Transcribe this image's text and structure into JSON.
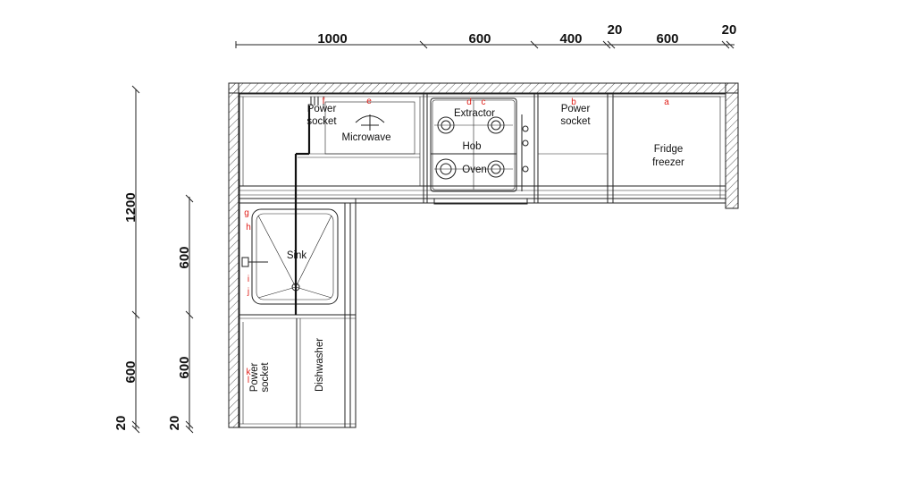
{
  "dimensions": {
    "top": [
      "1000",
      "600",
      "400",
      "20",
      "600",
      "20"
    ],
    "left_outer": [
      "1200",
      "600",
      "20"
    ],
    "left_inner": [
      "600",
      "600",
      "20"
    ]
  },
  "labels": {
    "power_socket_top_left": [
      "Power",
      "socket"
    ],
    "microwave": "Microwave",
    "extractor": "Extractor",
    "hob": "Hob",
    "oven": "Oven",
    "power_socket_top_mid": [
      "Power",
      "socket"
    ],
    "fridge_freezer": [
      "Fridge",
      "freezer"
    ],
    "sink": "Sink",
    "power_socket_bottom": [
      "Power",
      "socket"
    ],
    "dishwasher": "Dishwasher"
  },
  "markers": [
    "a",
    "b",
    "c",
    "d",
    "e",
    "f",
    "g",
    "h",
    "i",
    "j",
    "k",
    "l"
  ],
  "colors": {
    "line": "#222222",
    "marker": "#e0201a",
    "background": "#ffffff"
  }
}
